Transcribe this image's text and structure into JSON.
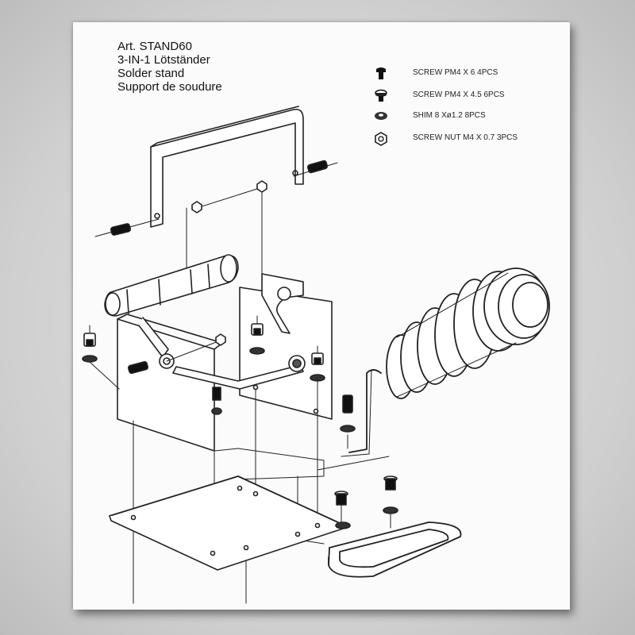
{
  "title": {
    "art": "Art. STAND60",
    "german": "3-IN-1 Lötständer",
    "english": "Solder stand",
    "french": "Support de soudure"
  },
  "parts": [
    {
      "icon": "screw-head-icon",
      "label": "SCREW  PM4 X 6  4PCS"
    },
    {
      "icon": "short-screw-icon",
      "label": "SCREW  PM4 X 4.5  6PCS"
    },
    {
      "icon": "shim-washer-icon",
      "label": "SHIM  8 Xø1.2  8PCS"
    },
    {
      "icon": "hex-nut-icon",
      "label": "SCREW NUT  M4 X 0.7  3PCS"
    }
  ]
}
